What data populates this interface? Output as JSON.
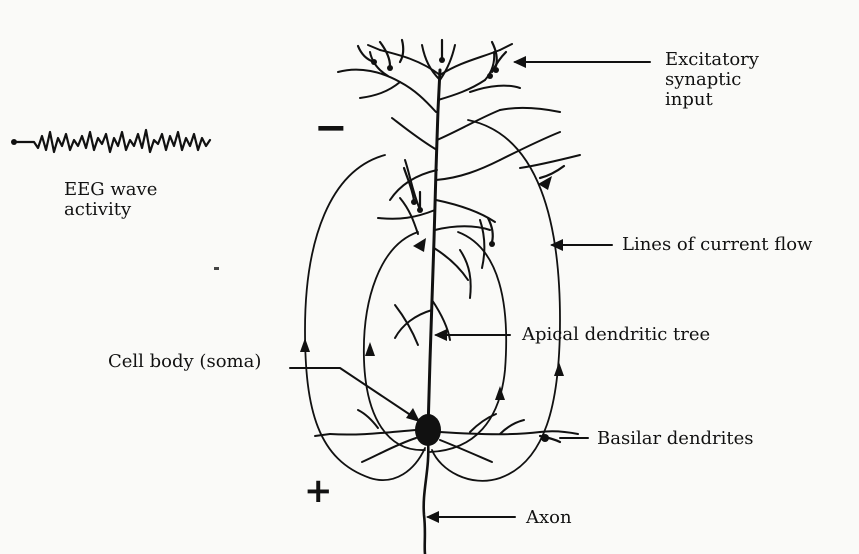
{
  "labels": {
    "excitatory": "Excitatory\nsynaptic\ninput",
    "eeg": "EEG wave\nactivity",
    "current_flow": "Lines of current flow",
    "apical": "Apical dendritic tree",
    "soma": "Cell body (soma)",
    "basilar": "Basilar dendrites",
    "axon": "Axon"
  },
  "signs": {
    "negative": "−",
    "positive": "+"
  },
  "colors": {
    "ink": "#111111",
    "paper": "#fafaf8"
  }
}
